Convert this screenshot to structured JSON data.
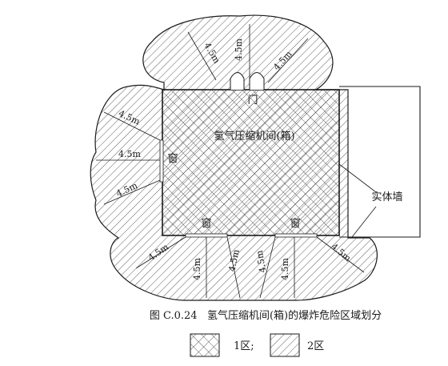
{
  "diagram": {
    "room_label": "氢气压缩机间(箱)",
    "door_label": "门",
    "window_label": "窗",
    "wall_label": "实体墙",
    "distance_label": "4.5m",
    "caption": "图 C.0.24   氢气压缩机间(箱)的爆炸危险区域划分",
    "legend": {
      "zone1": "1区;",
      "zone2": "2区"
    }
  },
  "colors": {
    "line": "#1a1a1a",
    "background": "#ffffff"
  }
}
